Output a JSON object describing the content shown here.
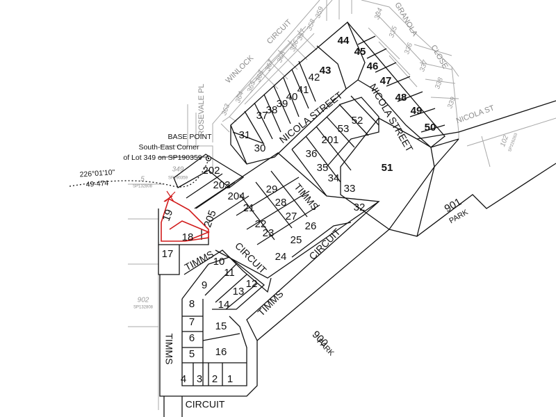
{
  "streets": {
    "nicola_street": "NICOLA STREET",
    "timms_circuit": "TIMMS",
    "circuit": "CIRCUIT",
    "timms": "TIMMS",
    "rosevale_pl": "ROSEVALE PL",
    "winlock": "WINLOCK",
    "circuit_grey": "CIRCUIT",
    "granola": "GRANOLA",
    "close": "CLOSE",
    "nicola_st": "NICOLA ST"
  },
  "base_point": {
    "line1": "BASE POINT",
    "line2": "South-East Corner",
    "line3": "of Lot 349 on SP190359",
    "bearing": "226°01'10\"",
    "distance": "49-474"
  },
  "parks": {
    "p901_num": "901",
    "p901_label": "PARK",
    "p900_num": "900",
    "p900_label": "PARK"
  },
  "grey_labels": {
    "l349": "349",
    "l349_sp": "SP190359",
    "l5": "5",
    "l5_sp": "SP132808",
    "l902": "902",
    "l902_sp": "SP132808",
    "l102": "102",
    "l102_sp": "SP226263"
  },
  "grey_lots": [
    "359",
    "358",
    "357",
    "356",
    "368",
    "367",
    "366",
    "365",
    "364",
    "363",
    "334",
    "335",
    "336",
    "337",
    "338",
    "339"
  ],
  "lots": [
    "1",
    "2",
    "3",
    "4",
    "5",
    "6",
    "7",
    "8",
    "9",
    "10",
    "11",
    "12",
    "13",
    "14",
    "15",
    "16",
    "17",
    "18",
    "19",
    "21",
    "22",
    "23",
    "24",
    "25",
    "26",
    "27",
    "28",
    "29",
    "30",
    "31",
    "32",
    "33",
    "34",
    "35",
    "36",
    "37",
    "38",
    "39",
    "40",
    "41",
    "42",
    "43",
    "44",
    "45",
    "46",
    "47",
    "48",
    "49",
    "50",
    "51",
    "52",
    "53",
    "201",
    "202",
    "203",
    "204",
    "205"
  ],
  "highlight_color": "#d11a1a",
  "line_color": "#111111",
  "context_line_color": "#a8a8a8"
}
